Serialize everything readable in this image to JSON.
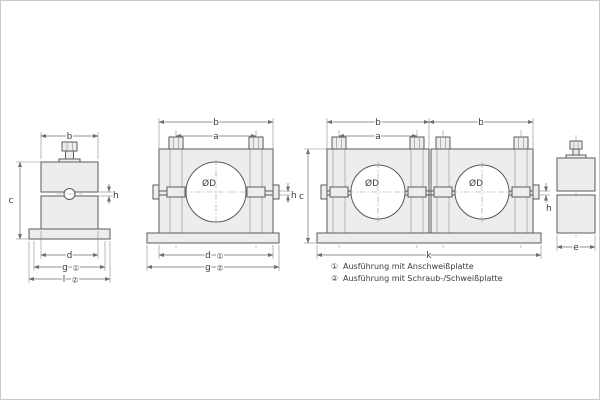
{
  "page": {
    "background": "#ffffff",
    "line_color": "#5a5a5a",
    "body_fill": "#ededed"
  },
  "dims": {
    "b": "b",
    "a": "a",
    "c": "c",
    "h": "h",
    "d": "d",
    "g": "g",
    "l": "l",
    "k": "k",
    "e": "e",
    "diameter": "ØD"
  },
  "marks": {
    "one": "①",
    "two": "②"
  },
  "legend": {
    "items": [
      {
        "symbol": "①",
        "text": "Ausführung mit Anschweißplatte"
      },
      {
        "symbol": "②",
        "text": "Ausführung mit Schraub-/Schweißplatte"
      }
    ]
  }
}
